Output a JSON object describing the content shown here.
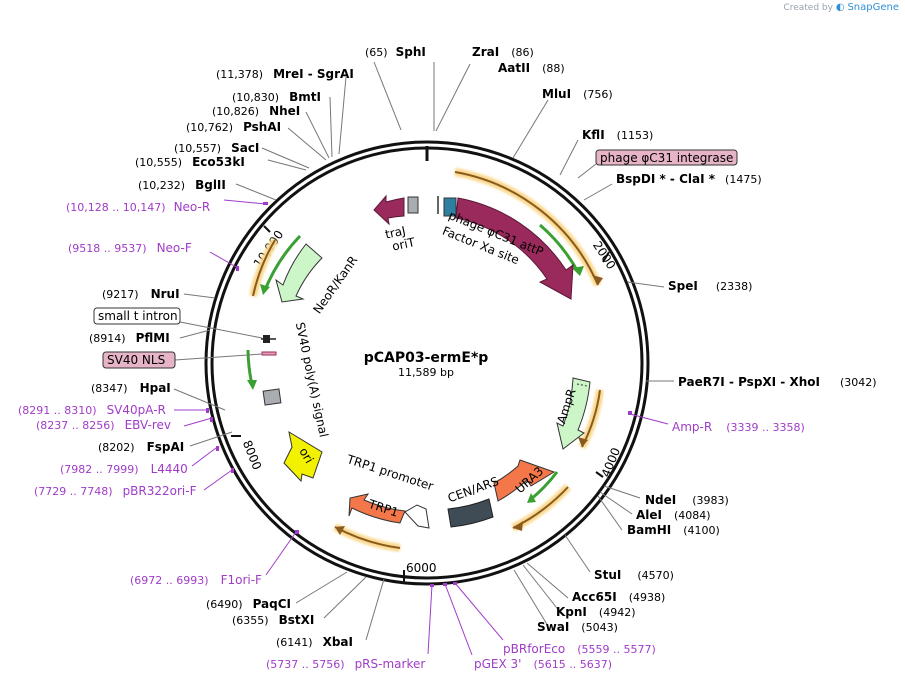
{
  "brand": {
    "prefix": "Created by",
    "name": "SnapGene"
  },
  "plasmid": {
    "name": "pCAP03-ermE*p",
    "length_label": "11,589 bp",
    "length": 11589
  },
  "colors": {
    "primer": "#a03cc8",
    "magenta_feature": "#9a2a5c",
    "orf_orange": "#f7a24a",
    "green_arrow": "#3aa032",
    "ampr": "#ccf5c8",
    "neor": "#ccf5c8",
    "ori": "#f2f200",
    "trp1": "#f4774a",
    "ura3": "#f4774a",
    "cen": "#3f4b55",
    "highlight_box": "#e6b4c6"
  },
  "ticks": [
    "2000",
    "4000",
    "6000",
    "8000",
    "10,000"
  ],
  "sites": [
    {
      "id": "SphI",
      "name": "SphI",
      "pos": "(65)"
    },
    {
      "id": "ZraI",
      "name": "ZraI",
      "pos": "(86)"
    },
    {
      "id": "AatII",
      "name": "AatII",
      "pos": "(88)"
    },
    {
      "id": "MluI",
      "name": "MluI",
      "pos": "(756)"
    },
    {
      "id": "KflI",
      "name": "KflI",
      "pos": "(1153)"
    },
    {
      "id": "BspDI",
      "name": "BspDI *  -  ClaI *",
      "pos": "(1475)"
    },
    {
      "id": "SpeI",
      "name": "SpeI",
      "pos": "(2338)"
    },
    {
      "id": "PaeR7I",
      "name": "PaeR7I  -  PspXI  -  XhoI",
      "pos": "(3042)"
    },
    {
      "id": "NdeI",
      "name": "NdeI",
      "pos": "(3983)"
    },
    {
      "id": "AleI",
      "name": "AleI",
      "pos": "(4084)"
    },
    {
      "id": "BamHI",
      "name": "BamHI",
      "pos": "(4100)"
    },
    {
      "id": "StuI",
      "name": "StuI",
      "pos": "(4570)"
    },
    {
      "id": "Acc65I",
      "name": "Acc65I",
      "pos": "(4938)"
    },
    {
      "id": "KpnI",
      "name": "KpnI",
      "pos": "(4942)"
    },
    {
      "id": "SwaI",
      "name": "SwaI",
      "pos": "(5043)"
    },
    {
      "id": "XbaI",
      "name": "XbaI",
      "pos": "(6141)"
    },
    {
      "id": "BstXI",
      "name": "BstXI",
      "pos": "(6355)"
    },
    {
      "id": "PaqCI",
      "name": "PaqCI",
      "pos": "(6490)"
    },
    {
      "id": "FspAI",
      "name": "FspAI",
      "pos": "(8202)"
    },
    {
      "id": "HpaI",
      "name": "HpaI",
      "pos": "(8347)"
    },
    {
      "id": "PflMI",
      "name": "PflMI",
      "pos": "(8914)"
    },
    {
      "id": "NruI",
      "name": "NruI",
      "pos": "(9217)"
    },
    {
      "id": "BglII",
      "name": "BglII",
      "pos": "(10,232)"
    },
    {
      "id": "Eco53kI",
      "name": "Eco53kI",
      "pos": "(10,555)"
    },
    {
      "id": "SacI",
      "name": "SacI",
      "pos": "(10,557)"
    },
    {
      "id": "PshAI",
      "name": "PshAI",
      "pos": "(10,762)"
    },
    {
      "id": "NheI",
      "name": "NheI",
      "pos": "(10,826)"
    },
    {
      "id": "BmtI",
      "name": "BmtI",
      "pos": "(10,830)"
    },
    {
      "id": "MreI",
      "name": "MreI  -  SgrAI",
      "pos": "(11,378)"
    }
  ],
  "primers": [
    {
      "id": "NeoR",
      "name": "Neo-R",
      "range": "(10,128 .. 10,147)"
    },
    {
      "id": "NeoF",
      "name": "Neo-F",
      "range": "(9518 .. 9537)"
    },
    {
      "id": "SV40pAR",
      "name": "SV40pA-R",
      "range": "(8291 .. 8310)"
    },
    {
      "id": "EBVrev",
      "name": "EBV-rev",
      "range": "(8237 .. 8256)"
    },
    {
      "id": "L4440",
      "name": "L4440",
      "range": "(7982 .. 7999)"
    },
    {
      "id": "pBR322ori",
      "name": "pBR322ori-F",
      "range": "(7729 .. 7748)"
    },
    {
      "id": "F1ori",
      "name": "F1ori-F",
      "range": "(6972 .. 6993)"
    },
    {
      "id": "pRS",
      "name": "pRS-marker",
      "range": "(5737 .. 5756)"
    },
    {
      "id": "pGEX",
      "name": "pGEX 3'",
      "range": "(5615 .. 5637)"
    },
    {
      "id": "pBRfor",
      "name": "pBRforEco",
      "range": "(5559 .. 5577)"
    },
    {
      "id": "AmpR",
      "name": "Amp-R",
      "range": "(3339 .. 3358)"
    }
  ],
  "boxed_labels": {
    "phage_integrase": "phage φC31 integrase",
    "small_t_intron": "small t intron",
    "sv40_nls": "SV40 NLS"
  },
  "features": {
    "traJ": "traJ",
    "oriT": "oriT",
    "attP": "phage φC31 attP",
    "factor_xa": "Factor Xa site",
    "neor": "NeoR/KanR",
    "sv40_polya": "SV40 poly(A) signal",
    "ori": "ori",
    "trp1_promoter": "TRP1 promoter",
    "trp1": "TRP1",
    "cen_ars": "CEN/ARS",
    "ura3": "URA3",
    "ampr": "AmpR"
  }
}
